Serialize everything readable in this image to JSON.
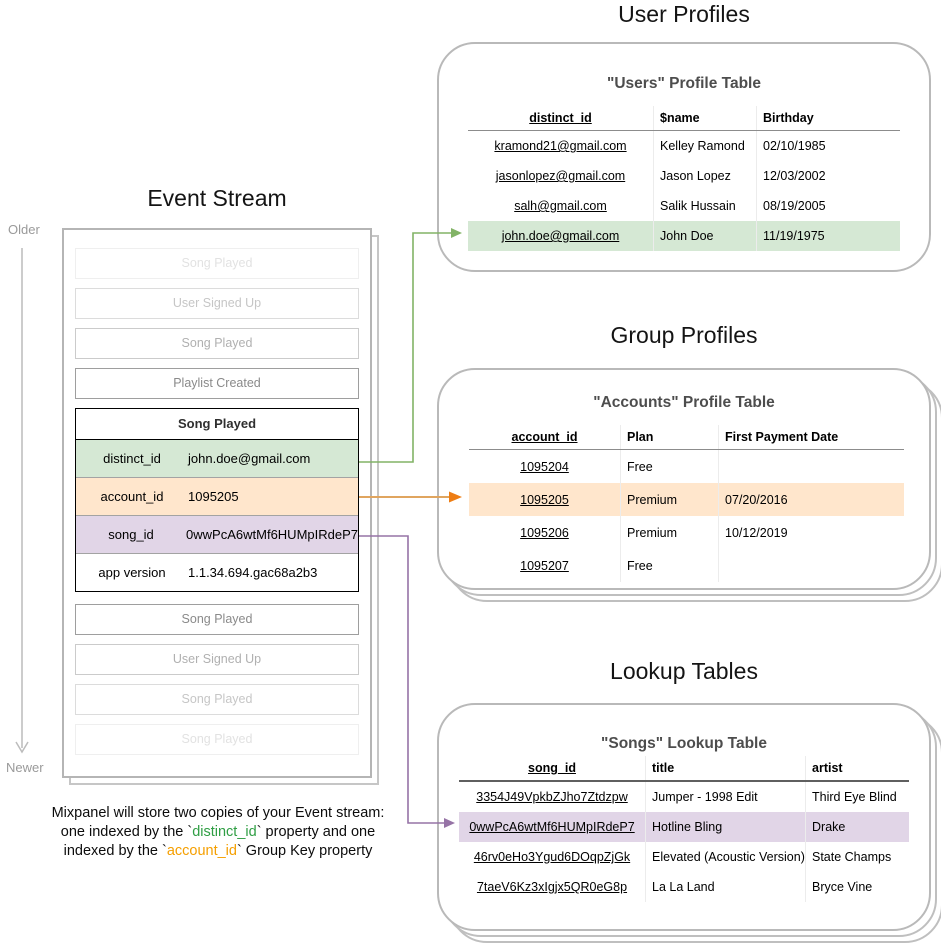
{
  "event_stream": {
    "title": "Event Stream",
    "older_label": "Older",
    "newer_label": "Newer",
    "events_before": [
      "Song Played",
      "User Signed Up",
      "Song Played",
      "Playlist Created"
    ],
    "expanded_event": {
      "name": "Song Played",
      "properties": [
        {
          "key": "distinct_id",
          "value": "john.doe@gmail.com",
          "highlight": "green"
        },
        {
          "key": "account_id",
          "value": "1095205",
          "highlight": "orange"
        },
        {
          "key": "song_id",
          "value": "0wwPcA6wtMf6HUMpIRdeP7",
          "highlight": "purple"
        },
        {
          "key": "app version",
          "value": "1.1.34.694.gac68a2b3",
          "highlight": "none"
        }
      ]
    },
    "events_after": [
      "Song Played",
      "User Signed Up",
      "Song Played",
      "Song Played"
    ]
  },
  "caption": {
    "line1": "Mixpanel will store two copies of your Event stream:",
    "line2_pre": "one indexed by the `",
    "line2_token": "distinct_id",
    "line2_post": "` property and one",
    "line3_pre": "indexed by the `",
    "line3_token": "account_id",
    "line3_post": "` Group Key property"
  },
  "user_profiles": {
    "section_title": "User Profiles",
    "table_title": "\"Users\" Profile Table",
    "columns": [
      "distinct_id",
      "$name",
      "Birthday"
    ],
    "rows": [
      {
        "distinct_id": "kramond21@gmail.com",
        "name": "Kelley Ramond",
        "birthday": "02/10/1985",
        "highlighted": false
      },
      {
        "distinct_id": "jasonlopez@gmail.com",
        "name": "Jason Lopez",
        "birthday": "12/03/2002",
        "highlighted": false
      },
      {
        "distinct_id": "salh@gmail.com",
        "name": "Salik Hussain",
        "birthday": "08/19/2005",
        "highlighted": false
      },
      {
        "distinct_id": "john.doe@gmail.com",
        "name": "John Doe",
        "birthday": "11/19/1975",
        "highlighted": true
      }
    ]
  },
  "group_profiles": {
    "section_title": "Group Profiles",
    "table_title": "\"Accounts\" Profile Table",
    "columns": [
      "account_id",
      "Plan",
      "First Payment Date"
    ],
    "rows": [
      {
        "account_id": "1095204",
        "plan": "Free",
        "first_payment_date": "",
        "highlighted": false
      },
      {
        "account_id": "1095205",
        "plan": "Premium",
        "first_payment_date": "07/20/2016",
        "highlighted": true
      },
      {
        "account_id": "1095206",
        "plan": "Premium",
        "first_payment_date": "10/12/2019",
        "highlighted": false
      },
      {
        "account_id": "1095207",
        "plan": "Free",
        "first_payment_date": "",
        "highlighted": false
      }
    ]
  },
  "lookup_tables": {
    "section_title": "Lookup Tables",
    "table_title": "\"Songs\" Lookup Table",
    "columns": [
      "song_id",
      "title",
      "artist"
    ],
    "rows": [
      {
        "song_id": "3354J49VpkbZJho7Ztdzpw",
        "title": "Jumper - 1998 Edit",
        "artist": "Third Eye Blind",
        "highlighted": false
      },
      {
        "song_id": "0wwPcA6wtMf6HUMpIRdeP7",
        "title": "Hotline Bling",
        "artist": "Drake",
        "highlighted": true
      },
      {
        "song_id": "46rv0eHo3Ygud6DOqpZjGk",
        "title": "Elevated (Acoustic Version)",
        "artist": "State Champs",
        "highlighted": false
      },
      {
        "song_id": "7taeV6Kz3xIgjx5QR0eG8p",
        "title": "La La Land",
        "artist": "Bryce Vine",
        "highlighted": false
      }
    ]
  },
  "colors": {
    "green_highlight": "#d5e8d4",
    "orange_highlight": "#ffe6cc",
    "purple_highlight": "#e1d5e7",
    "green_arrow": "#82b366",
    "orange_arrow_line": "#e0a55f",
    "orange_arrow_head": "#ee7d13",
    "purple_arrow": "#9673a6",
    "caption_green": "#2f9e44",
    "caption_orange": "#f59f00"
  }
}
